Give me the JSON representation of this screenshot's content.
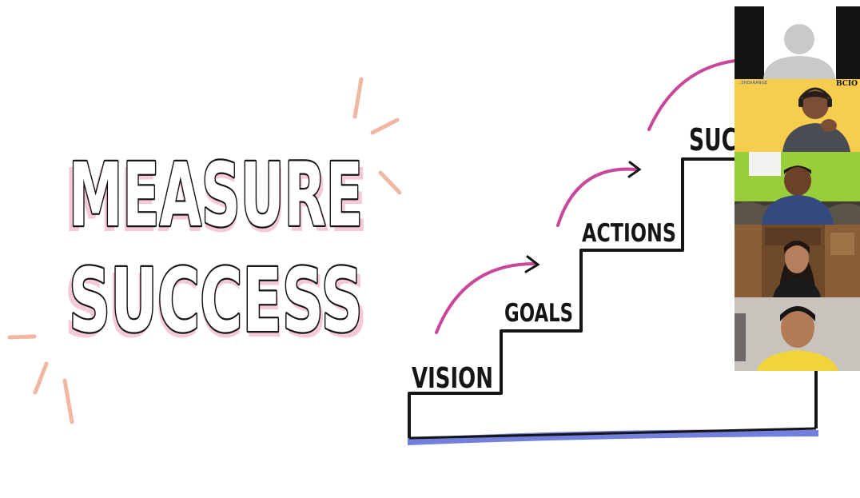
{
  "slide": {
    "title_line1": "MEASURE",
    "title_line2": "SUCCESS",
    "steps": {
      "vision": "VISION",
      "goals": "GOALS",
      "actions": "ACTIONS",
      "success_partial": "SUC"
    },
    "colors": {
      "pink_shadow": "#f6c9da",
      "burst": "#f0b7a2",
      "arc": "#c8479b",
      "base": "#5b69d6"
    }
  },
  "participants": {
    "tile1": {
      "avatar": "default-avatar-icon"
    },
    "tile2": {
      "brand_strip": "...SHEARANGE",
      "brand_logo": "BCIO"
    },
    "tile3": {},
    "tile4": {},
    "tile5": {}
  }
}
